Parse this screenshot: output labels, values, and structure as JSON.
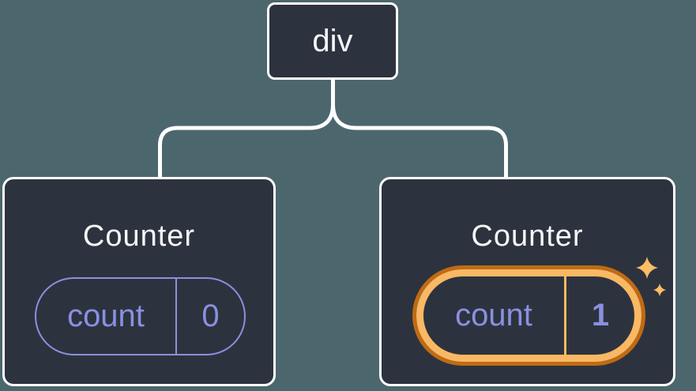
{
  "diagram": {
    "description": "Component tree diagram: a div root element with two Counter children holding independent count state",
    "background_color": "#4c666e",
    "node_fill": "#2d333e",
    "node_border_color": "#ffffff",
    "connector_color": "#ffffff",
    "state_accent_color": "#8a90e0",
    "highlight_ring_color": "#f9b864",
    "highlight_outline_color": "#bf6b14",
    "sparkle_color": "#fbbd66",
    "root": {
      "label": "div"
    },
    "children": [
      {
        "title": "Counter",
        "state": {
          "name": "count",
          "value": "0"
        },
        "highlighted": false
      },
      {
        "title": "Counter",
        "state": {
          "name": "count",
          "value": "1"
        },
        "highlighted": true,
        "icon": "sparkles-icon"
      }
    ]
  }
}
